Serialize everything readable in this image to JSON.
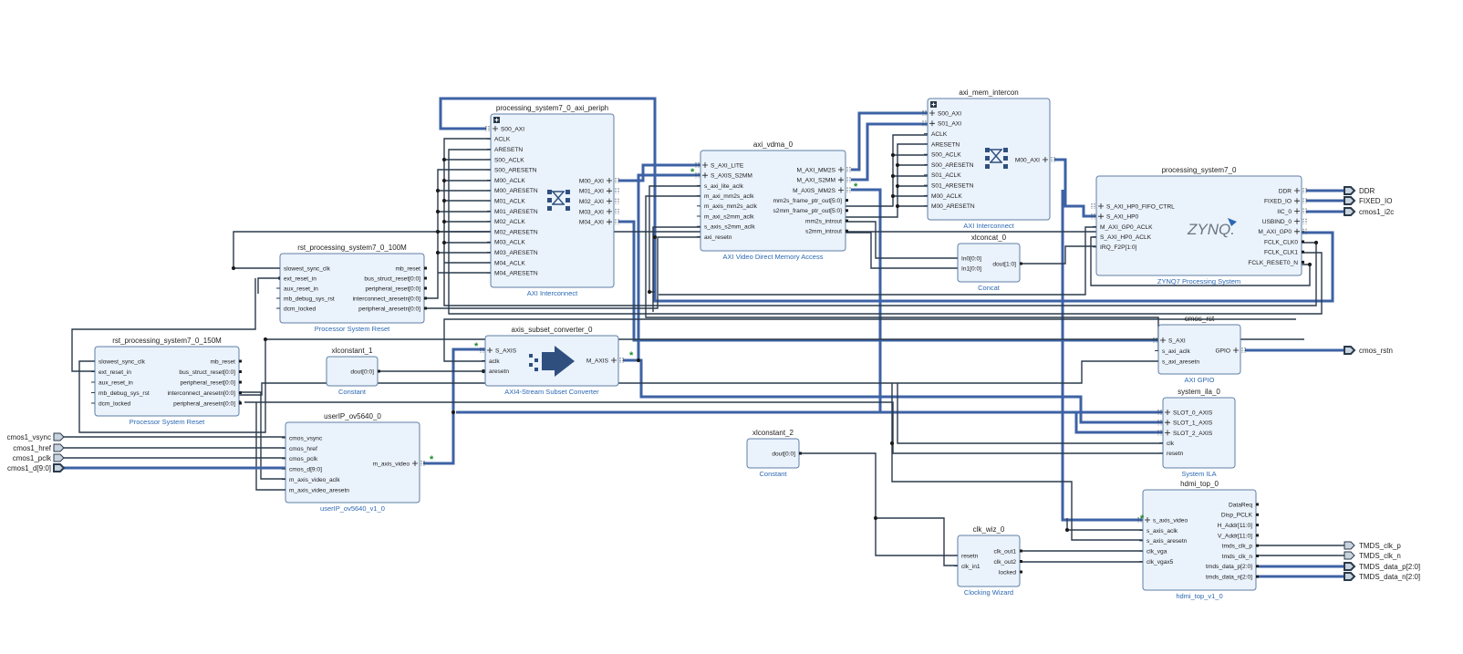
{
  "blocks": {
    "periph": {
      "title": "processing_system7_0_axi_periph",
      "subtitle": "AXI Interconnect",
      "left_pins": [
        "S00_AXI",
        "ACLK",
        "ARESETN",
        "S00_ACLK",
        "S00_ARESETN",
        "M00_ACLK",
        "M00_ARESETN",
        "M01_ACLK",
        "M01_ARESETN",
        "M02_ACLK",
        "M02_ARESETN",
        "M03_ACLK",
        "M03_ARESETN",
        "M04_ACLK",
        "M04_ARESETN"
      ],
      "right_pins": [
        "M00_AXI",
        "M01_AXI",
        "M02_AXI",
        "M03_AXI",
        "M04_AXI"
      ]
    },
    "rst100": {
      "title": "rst_processing_system7_0_100M",
      "subtitle": "Processor System Reset",
      "left_pins": [
        "slowest_sync_clk",
        "ext_reset_in",
        "aux_reset_in",
        "mb_debug_sys_rst",
        "dcm_locked"
      ],
      "right_pins": [
        "mb_reset",
        "bus_struct_reset[0:0]",
        "peripheral_reset[0:0]",
        "interconnect_aresetn[0:0]",
        "peripheral_aresetn[0:0]"
      ]
    },
    "rst150": {
      "title": "rst_processing_system7_0_150M",
      "subtitle": "Processor System Reset",
      "left_pins": [
        "slowest_sync_clk",
        "ext_reset_in",
        "aux_reset_in",
        "mb_debug_sys_rst",
        "dcm_locked"
      ],
      "right_pins": [
        "mb_reset",
        "bus_struct_reset[0:0]",
        "peripheral_reset[0:0]",
        "interconnect_aresetn[0:0]",
        "peripheral_aresetn[0:0]"
      ]
    },
    "vdma": {
      "title": "axi_vdma_0",
      "subtitle": "AXI Video Direct Memory Access",
      "left_pins": [
        "S_AXI_LITE",
        "S_AXIS_S2MM",
        "s_axi_lite_aclk",
        "m_axi_mm2s_aclk",
        "m_axis_mm2s_aclk",
        "m_axi_s2mm_aclk",
        "s_axis_s2mm_aclk",
        "axi_resetn"
      ],
      "right_pins": [
        "M_AXI_MM2S",
        "M_AXI_S2MM",
        "M_AXIS_MM2S",
        "mm2s_frame_ptr_out[5:0]",
        "s2mm_frame_ptr_out[5:0]",
        "mm2s_introut",
        "s2mm_introut"
      ]
    },
    "memic": {
      "title": "axi_mem_intercon",
      "subtitle": "AXI Interconnect",
      "left_pins": [
        "S00_AXI",
        "S01_AXI",
        "ACLK",
        "ARESETN",
        "S00_ACLK",
        "S00_ARESETN",
        "S01_ACLK",
        "S01_ARESETN",
        "M00_ACLK",
        "M00_ARESETN"
      ],
      "right_pins": [
        "M00_AXI"
      ]
    },
    "concat": {
      "title": "xlconcat_0",
      "subtitle": "Concat",
      "left_pins": [
        "In0[0:0]",
        "In1[0:0]"
      ],
      "right_pins": [
        "dout[1:0]"
      ]
    },
    "ps7": {
      "title": "processing_system7_0",
      "subtitle": "ZYNQ7 Processing System",
      "logo": "ZYNQ.",
      "left_pins": [
        "S_AXI_HP0_FIFO_CTRL",
        "S_AXI_HP0",
        "M_AXI_GP0_ACLK",
        "S_AXI_HP0_ACLK",
        "IRQ_F2P[1:0]"
      ],
      "right_pins": [
        "DDR",
        "FIXED_IO",
        "IIC_0",
        "USBIND_0",
        "M_AXI_GP0",
        "FCLK_CLK0",
        "FCLK_CLK1",
        "FCLK_RESET0_N"
      ]
    },
    "subset": {
      "title": "axis_subset_converter_0",
      "subtitle": "AXI4-Stream Subset Converter",
      "left_pins": [
        "S_AXIS",
        "aclk",
        "aresetn"
      ],
      "right_pins": [
        "M_AXIS"
      ]
    },
    "const1": {
      "title": "xlconstant_1",
      "subtitle": "Constant",
      "right_pins": [
        "dout[0:0]"
      ]
    },
    "gpio": {
      "title": "cmos_rst",
      "subtitle": "AXI GPIO",
      "left_pins": [
        "S_AXI",
        "s_axi_aclk",
        "s_axi_aresetn"
      ],
      "right_pins": [
        "GPIO"
      ]
    },
    "ila": {
      "title": "system_ila_0",
      "subtitle": "System ILA",
      "left_pins": [
        "SLOT_0_AXIS",
        "SLOT_1_AXIS",
        "SLOT_2_AXIS",
        "clk",
        "resetn"
      ]
    },
    "ov": {
      "title": "userIP_ov5640_0",
      "subtitle": "userIP_ov5640_v1_0",
      "left_pins": [
        "cmos_vsync",
        "cmos_href",
        "cmos_pclk",
        "cmos_d[9:0]",
        "m_axis_video_aclk",
        "m_axis_video_aresetn"
      ],
      "right_pins": [
        "m_axis_video"
      ]
    },
    "const2": {
      "title": "xlconstant_2",
      "subtitle": "Constant",
      "right_pins": [
        "dout[0:0]"
      ]
    },
    "clkwiz": {
      "title": "clk_wiz_0",
      "subtitle": "Clocking Wizard",
      "left_pins": [
        "resetn",
        "clk_in1"
      ],
      "right_pins": [
        "clk_out1",
        "clk_out2",
        "locked"
      ]
    },
    "hdmi": {
      "title": "hdmi_top_0",
      "subtitle": "hdmi_top_v1_0",
      "left_pins": [
        "s_axis_video",
        "s_axis_aclk",
        "s_axis_aresetn",
        "clk_vga",
        "clk_vgax5"
      ],
      "right_pins": [
        "DataReq",
        "Disp_PCLK",
        "H_Addr[11:0]",
        "V_Addr[11:0]",
        "tmds_clk_p",
        "tmds_clk_n",
        "tmds_data_p[2:0]",
        "tmds_data_n[2:0]"
      ]
    }
  },
  "external_ports": {
    "inputs": [
      "cmos1_vsync",
      "cmos1_href",
      "cmos1_pclk",
      "cmos1_d[9:0]"
    ],
    "outputs": [
      "DDR",
      "FIXED_IO",
      "cmos1_i2c",
      "cmos_rstn",
      "TMDS_clk_p",
      "TMDS_clk_n",
      "TMDS_data_p[2:0]",
      "TMDS_data_n[2:0]"
    ]
  },
  "colors": {
    "block_fill": "#eaf2fb",
    "block_border": "#5f7fa6",
    "bus": "#3d62a5",
    "net": "#2a3a4c",
    "subtitle": "#2b68b2",
    "stream_marker": "#1d8a2c"
  }
}
